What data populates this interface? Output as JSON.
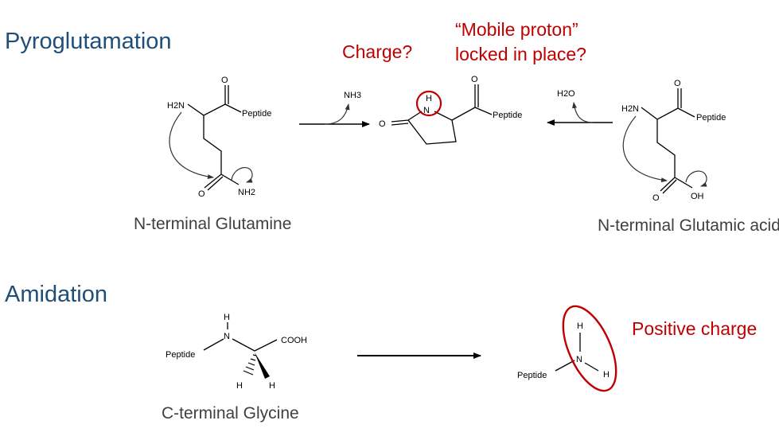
{
  "slide": {
    "sections": [
      {
        "title": "Pyroglutamation",
        "reactants": [
          {
            "caption": "N-terminal Glutamine"
          },
          {
            "caption": "N-terminal Glutamic acid"
          }
        ],
        "leaving_groups": {
          "left": "NH3",
          "right": "H2O"
        },
        "callouts": {
          "charge": "Charge?",
          "mobile_line1": "“Mobile proton”",
          "mobile_line2": "locked in place?"
        }
      },
      {
        "title": "Amidation",
        "reactant": {
          "caption": "C-terminal Glycine"
        },
        "callouts": {
          "positive": "Positive charge"
        }
      }
    ],
    "atom_labels": {
      "peptide": "Peptide",
      "amine": "H2N",
      "amide_nh2": "NH2",
      "oxygen": "O",
      "hydroxyl": "OH",
      "nitrogen": "N",
      "hydrogen": "H",
      "carboxyl": "COOH"
    },
    "colors": {
      "heading": "#1f4e79",
      "callout": "#c00000",
      "caption": "#404040"
    }
  }
}
